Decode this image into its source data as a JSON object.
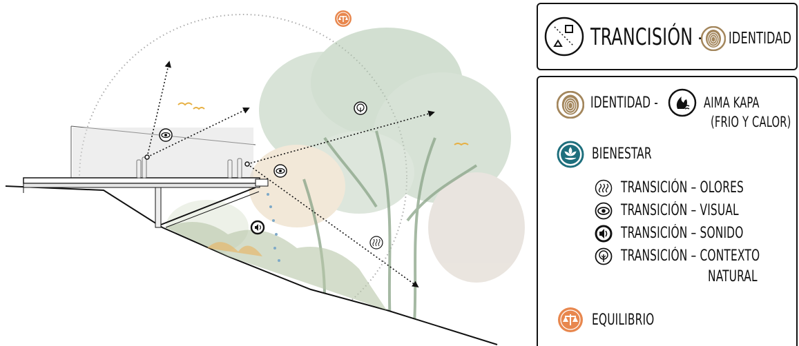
{
  "title": {
    "main": "TRANCISIÓN -",
    "secondary": "IDENTIDAD"
  },
  "legend": {
    "identity": {
      "label": "IDENTIDAD -",
      "aima_line1": "AIMA KAPA",
      "aima_line2": "(FRIO Y CALOR)"
    },
    "bienestar": "BIENESTAR",
    "items": [
      {
        "label": "TRANSICIÓN – OLORES",
        "icon": "smell-waves-icon"
      },
      {
        "label": "TRANSICIÓN – VISUAL",
        "icon": "eye-icon"
      },
      {
        "label": "TRANSICIÓN – SONIDO",
        "icon": "sound-icon"
      },
      {
        "label": "TRANSICIÓN – CONTEXTO",
        "label2": "NATURAL",
        "icon": "tree-icon"
      }
    ],
    "equilibrio": "EQUILIBRIO"
  },
  "colors": {
    "identity_gold": "#a3865c",
    "bienestar_teal": "#1e6f7d",
    "equilibrio_orange": "#e8874e",
    "tree_green": "#9fb99f",
    "ink": "#111111"
  }
}
